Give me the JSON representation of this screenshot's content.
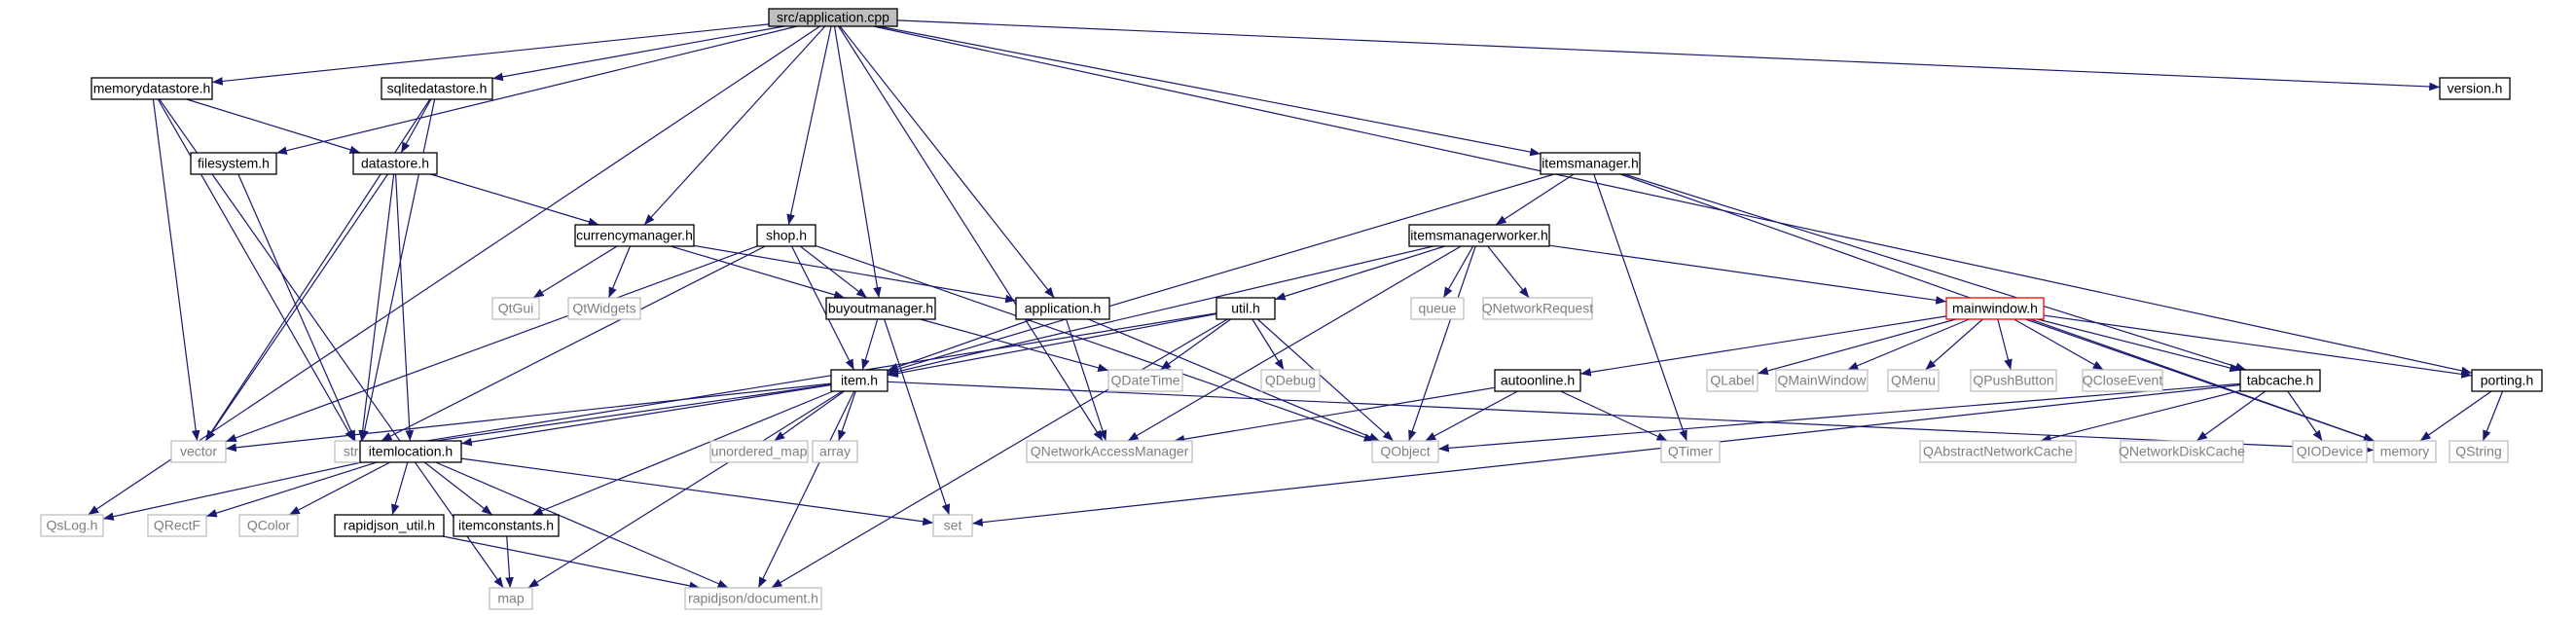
{
  "colors": {
    "edge": "#191970",
    "box_border_documented": "#000000",
    "box_border_external": "#bfbfbf",
    "box_border_highlight": "#ff0000",
    "text_documented": "#000000",
    "text_external": "#7f7f7f",
    "root_fill": "#bfbfbf"
  },
  "nodes": [
    {
      "id": "application_cpp",
      "label": "src/application.cpp",
      "kind": "root"
    },
    {
      "id": "memorydatastore_h",
      "label": "memorydatastore.h",
      "kind": "doc"
    },
    {
      "id": "sqlitedatastore_h",
      "label": "sqlitedatastore.h",
      "kind": "doc"
    },
    {
      "id": "version_h",
      "label": "version.h",
      "kind": "doc"
    },
    {
      "id": "filesystem_h",
      "label": "filesystem.h",
      "kind": "doc"
    },
    {
      "id": "datastore_h",
      "label": "datastore.h",
      "kind": "doc"
    },
    {
      "id": "itemsmanager_h",
      "label": "itemsmanager.h",
      "kind": "doc"
    },
    {
      "id": "currencymanager_h",
      "label": "currencymanager.h",
      "kind": "doc"
    },
    {
      "id": "shop_h",
      "label": "shop.h",
      "kind": "doc"
    },
    {
      "id": "itemsmanagerworker_h",
      "label": "itemsmanagerworker.h",
      "kind": "doc"
    },
    {
      "id": "QtGui",
      "label": "QtGui",
      "kind": "ext"
    },
    {
      "id": "QtWidgets",
      "label": "QtWidgets",
      "kind": "ext"
    },
    {
      "id": "buyoutmanager_h",
      "label": "buyoutmanager.h",
      "kind": "doc"
    },
    {
      "id": "application_h",
      "label": "application.h",
      "kind": "doc"
    },
    {
      "id": "util_h",
      "label": "util.h",
      "kind": "doc"
    },
    {
      "id": "queue",
      "label": "queue",
      "kind": "ext"
    },
    {
      "id": "QNetworkRequest",
      "label": "QNetworkRequest",
      "kind": "ext"
    },
    {
      "id": "mainwindow_h",
      "label": "mainwindow.h",
      "kind": "highlight"
    },
    {
      "id": "QDateTime",
      "label": "QDateTime",
      "kind": "ext"
    },
    {
      "id": "QDebug",
      "label": "QDebug",
      "kind": "ext"
    },
    {
      "id": "QLabel",
      "label": "QLabel",
      "kind": "ext"
    },
    {
      "id": "QMainWindow",
      "label": "QMainWindow",
      "kind": "ext"
    },
    {
      "id": "QMenu",
      "label": "QMenu",
      "kind": "ext"
    },
    {
      "id": "QPushButton",
      "label": "QPushButton",
      "kind": "ext"
    },
    {
      "id": "QCloseEvent",
      "label": "QCloseEvent",
      "kind": "ext"
    },
    {
      "id": "item_h",
      "label": "item.h",
      "kind": "doc"
    },
    {
      "id": "autoonline_h",
      "label": "autoonline.h",
      "kind": "doc"
    },
    {
      "id": "tabcache_h",
      "label": "tabcache.h",
      "kind": "doc"
    },
    {
      "id": "porting_h",
      "label": "porting.h",
      "kind": "doc"
    },
    {
      "id": "vector",
      "label": "vector",
      "kind": "ext"
    },
    {
      "id": "string",
      "label": "string",
      "kind": "ext"
    },
    {
      "id": "itemlocation_h",
      "label": "itemlocation.h",
      "kind": "doc"
    },
    {
      "id": "unordered_map",
      "label": "unordered_map",
      "kind": "ext"
    },
    {
      "id": "array",
      "label": "array",
      "kind": "ext"
    },
    {
      "id": "QNetworkAccessManager",
      "label": "QNetworkAccessManager",
      "kind": "ext"
    },
    {
      "id": "QObject",
      "label": "QObject",
      "kind": "ext"
    },
    {
      "id": "QTimer",
      "label": "QTimer",
      "kind": "ext"
    },
    {
      "id": "QAbstractNetworkCache",
      "label": "QAbstractNetworkCache",
      "kind": "ext"
    },
    {
      "id": "QNetworkDiskCache",
      "label": "QNetworkDiskCache",
      "kind": "ext"
    },
    {
      "id": "QIODevice",
      "label": "QIODevice",
      "kind": "ext"
    },
    {
      "id": "memory",
      "label": "memory",
      "kind": "ext"
    },
    {
      "id": "QString",
      "label": "QString",
      "kind": "ext"
    },
    {
      "id": "QsLog_h",
      "label": "QsLog.h",
      "kind": "ext"
    },
    {
      "id": "QRectF",
      "label": "QRectF",
      "kind": "ext"
    },
    {
      "id": "QColor",
      "label": "QColor",
      "kind": "ext"
    },
    {
      "id": "rapidjson_util_h",
      "label": "rapidjson_util.h",
      "kind": "doc"
    },
    {
      "id": "itemconstants_h",
      "label": "itemconstants.h",
      "kind": "doc"
    },
    {
      "id": "set",
      "label": "set",
      "kind": "ext"
    },
    {
      "id": "map",
      "label": "map",
      "kind": "ext"
    },
    {
      "id": "rapidjson_document_h",
      "label": "rapidjson/document.h",
      "kind": "ext"
    }
  ],
  "edges": [
    [
      "application_cpp",
      "memorydatastore_h"
    ],
    [
      "application_cpp",
      "sqlitedatastore_h"
    ],
    [
      "application_cpp",
      "version_h"
    ],
    [
      "application_cpp",
      "filesystem_h"
    ],
    [
      "application_cpp",
      "itemsmanager_h"
    ],
    [
      "application_cpp",
      "currencymanager_h"
    ],
    [
      "application_cpp",
      "shop_h"
    ],
    [
      "application_cpp",
      "buyoutmanager_h"
    ],
    [
      "application_cpp",
      "application_h"
    ],
    [
      "application_cpp",
      "porting_h"
    ],
    [
      "application_cpp",
      "QsLog_h"
    ],
    [
      "application_cpp",
      "QNetworkAccessManager"
    ],
    [
      "memorydatastore_h",
      "datastore_h"
    ],
    [
      "memorydatastore_h",
      "vector"
    ],
    [
      "memorydatastore_h",
      "string"
    ],
    [
      "memorydatastore_h",
      "map"
    ],
    [
      "sqlitedatastore_h",
      "datastore_h"
    ],
    [
      "sqlitedatastore_h",
      "vector"
    ],
    [
      "sqlitedatastore_h",
      "string"
    ],
    [
      "filesystem_h",
      "string"
    ],
    [
      "datastore_h",
      "currencymanager_h"
    ],
    [
      "datastore_h",
      "vector"
    ],
    [
      "datastore_h",
      "string"
    ],
    [
      "datastore_h",
      "itemlocation_h"
    ],
    [
      "currencymanager_h",
      "QtGui"
    ],
    [
      "currencymanager_h",
      "QtWidgets"
    ],
    [
      "currencymanager_h",
      "buyoutmanager_h"
    ],
    [
      "currencymanager_h",
      "application_h"
    ],
    [
      "itemsmanager_h",
      "itemsmanagerworker_h"
    ],
    [
      "itemsmanager_h",
      "item_h"
    ],
    [
      "itemsmanager_h",
      "QTimer"
    ],
    [
      "itemsmanager_h",
      "tabcache_h"
    ],
    [
      "itemsmanager_h",
      "memory"
    ],
    [
      "shop_h",
      "buyoutmanager_h"
    ],
    [
      "shop_h",
      "item_h"
    ],
    [
      "shop_h",
      "QObject"
    ],
    [
      "shop_h",
      "vector"
    ],
    [
      "shop_h",
      "string"
    ],
    [
      "itemsmanagerworker_h",
      "util_h"
    ],
    [
      "itemsmanagerworker_h",
      "queue"
    ],
    [
      "itemsmanagerworker_h",
      "QNetworkRequest"
    ],
    [
      "itemsmanagerworker_h",
      "mainwindow_h"
    ],
    [
      "itemsmanagerworker_h",
      "item_h"
    ],
    [
      "itemsmanagerworker_h",
      "QNetworkAccessManager"
    ],
    [
      "itemsmanagerworker_h",
      "QObject"
    ],
    [
      "buyoutmanager_h",
      "item_h"
    ],
    [
      "buyoutmanager_h",
      "QDateTime"
    ],
    [
      "buyoutmanager_h",
      "set"
    ],
    [
      "application_h",
      "item_h"
    ],
    [
      "application_h",
      "QNetworkAccessManager"
    ],
    [
      "application_h",
      "QObject"
    ],
    [
      "util_h",
      "item_h"
    ],
    [
      "util_h",
      "QDateTime"
    ],
    [
      "util_h",
      "QDebug"
    ],
    [
      "util_h",
      "QObject"
    ],
    [
      "util_h",
      "rapidjson_document_h"
    ],
    [
      "util_h",
      "string"
    ],
    [
      "mainwindow_h",
      "QLabel"
    ],
    [
      "mainwindow_h",
      "QMainWindow"
    ],
    [
      "mainwindow_h",
      "QMenu"
    ],
    [
      "mainwindow_h",
      "QPushButton"
    ],
    [
      "mainwindow_h",
      "QCloseEvent"
    ],
    [
      "mainwindow_h",
      "autoonline_h"
    ],
    [
      "mainwindow_h",
      "tabcache_h"
    ],
    [
      "mainwindow_h",
      "porting_h"
    ],
    [
      "mainwindow_h",
      "memory"
    ],
    [
      "item_h",
      "vector"
    ],
    [
      "item_h",
      "string"
    ],
    [
      "item_h",
      "itemlocation_h"
    ],
    [
      "item_h",
      "unordered_map"
    ],
    [
      "item_h",
      "array"
    ],
    [
      "item_h",
      "itemconstants_h"
    ],
    [
      "item_h",
      "map"
    ],
    [
      "item_h",
      "rapidjson_document_h"
    ],
    [
      "item_h",
      "memory"
    ],
    [
      "autoonline_h",
      "QNetworkAccessManager"
    ],
    [
      "autoonline_h",
      "QObject"
    ],
    [
      "autoonline_h",
      "QTimer"
    ],
    [
      "tabcache_h",
      "QObject"
    ],
    [
      "tabcache_h",
      "QAbstractNetworkCache"
    ],
    [
      "tabcache_h",
      "QNetworkDiskCache"
    ],
    [
      "tabcache_h",
      "QIODevice"
    ],
    [
      "tabcache_h",
      "set"
    ],
    [
      "porting_h",
      "memory"
    ],
    [
      "porting_h",
      "QString"
    ],
    [
      "itemlocation_h",
      "QsLog_h"
    ],
    [
      "itemlocation_h",
      "QRectF"
    ],
    [
      "itemlocation_h",
      "QColor"
    ],
    [
      "itemlocation_h",
      "rapidjson_util_h"
    ],
    [
      "itemlocation_h",
      "itemconstants_h"
    ],
    [
      "itemlocation_h",
      "set"
    ],
    [
      "itemlocation_h",
      "rapidjson_document_h"
    ],
    [
      "rapidjson_util_h",
      "rapidjson_document_h"
    ],
    [
      "itemconstants_h",
      "map"
    ]
  ]
}
